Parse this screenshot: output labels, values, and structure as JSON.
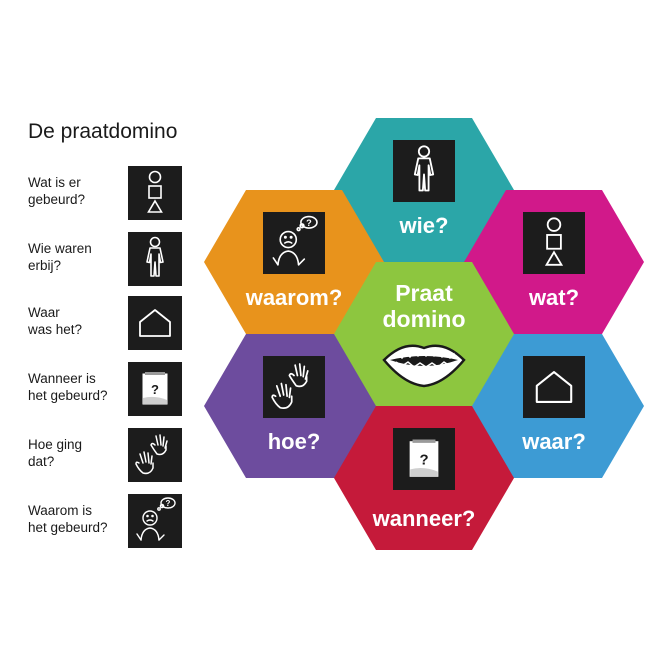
{
  "title": "De praatdomino",
  "list": [
    {
      "line1": "Wat is er",
      "line2": "gebeurd?",
      "icon": "shapes-icon"
    },
    {
      "line1": "Wie waren",
      "line2": "erbij?",
      "icon": "person-icon"
    },
    {
      "line1": "Waar",
      "line2": "was het?",
      "icon": "house-icon"
    },
    {
      "line1": "Wanneer is",
      "line2": "het gebeurd?",
      "icon": "calendar-icon"
    },
    {
      "line1": "Hoe ging",
      "line2": "dat?",
      "icon": "hands-icon"
    },
    {
      "line1": "Waarom is",
      "line2": "het gebeurd?",
      "icon": "thinking-person-icon"
    }
  ],
  "hexagons": {
    "wie": {
      "label": "wie?",
      "color": "#2ba6a8",
      "icon": "person-icon"
    },
    "wat": {
      "label": "wat?",
      "color": "#d1198a",
      "icon": "shapes-icon"
    },
    "waar": {
      "label": "waar?",
      "color": "#3d9bd4",
      "icon": "house-icon"
    },
    "wanneer": {
      "label": "wanneer?",
      "color": "#c51a3a",
      "icon": "calendar-icon"
    },
    "hoe": {
      "label": "hoe?",
      "color": "#6d4c9e",
      "icon": "hands-icon"
    },
    "waarom": {
      "label": "waarom?",
      "color": "#e8931c",
      "icon": "thinking-person-icon"
    },
    "center": {
      "line1": "Praat",
      "line2": "domino",
      "color": "#8dc63f",
      "icon": "mouth-icon"
    }
  },
  "calendar_mark": "?",
  "thought_mark": "?"
}
